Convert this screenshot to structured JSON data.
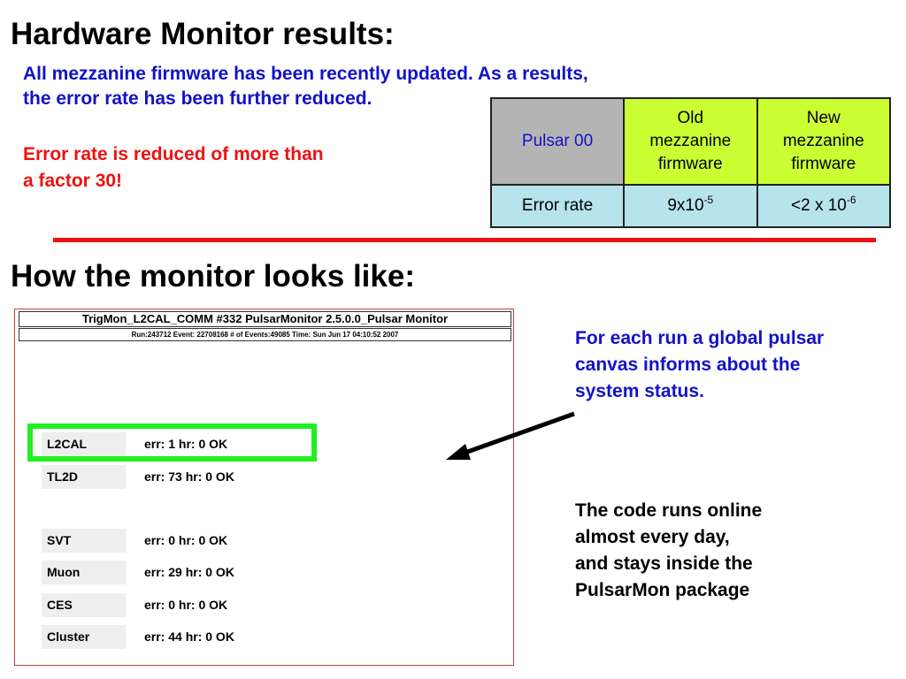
{
  "heading_results": "Hardware Monitor results:",
  "intro_lines": [
    "All mezzanine firmware has been recently updated. As a results,",
    "the error rate has been further reduced."
  ],
  "claim_lines": [
    "Error rate is reduced of more than",
    "a factor 30!"
  ],
  "table": {
    "corner": "Pulsar 00",
    "col_old": [
      "Old",
      "mezzanine",
      "firmware"
    ],
    "col_new": [
      "New",
      "mezzanine",
      "firmware"
    ],
    "row_label": "Error rate",
    "old_base": "9x10",
    "old_exp": "-5",
    "new_base": "<2 x 10",
    "new_exp": "-6"
  },
  "colors": {
    "blue_text": "#1212c8",
    "red_text": "#ee1111",
    "lime": "#ccff33",
    "cyan": "#b7e3ec",
    "gray": "#b4b4b4",
    "highlight": "#22ee22"
  },
  "heading_monitor": "How the monitor looks like:",
  "monitor": {
    "title": "TrigMon_L2CAL_COMM #332 PulsarMonitor   2.5.0.0_Pulsar Monitor",
    "info": "Run:243712 Event:  22708168  # of Events:49085  Time: Sun Jun 17 04:10:52 2007",
    "rows": [
      {
        "label": "L2CAL",
        "value": "err: 1 hr: 0  OK"
      },
      {
        "label": "TL2D",
        "value": "err: 73 hr: 0  OK"
      },
      {
        "label": "SVT",
        "value": "err: 0 hr: 0  OK"
      },
      {
        "label": "Muon",
        "value": "err: 29 hr: 0  OK"
      },
      {
        "label": "CES",
        "value": "err: 0 hr: 0  OK"
      },
      {
        "label": "Cluster",
        "value": "err: 44 hr: 0  OK"
      }
    ]
  },
  "side_note_lines": [
    "For each run a global pulsar",
    "canvas informs about the",
    "system status."
  ],
  "code_note_lines": [
    "The code runs online",
    "almost every day,",
    "and stays inside the",
    "PulsarMon package"
  ]
}
